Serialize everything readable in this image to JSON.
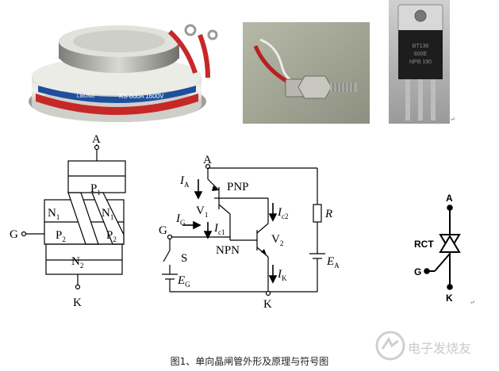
{
  "photos": {
    "disc_marking": "KS 800A 1600V",
    "disc_brand": "LIBUNG",
    "to220_marking": [
      "BT136",
      "600E",
      "NPB 190"
    ]
  },
  "structure": {
    "A": "A",
    "K": "K",
    "G": "G",
    "P1": "P",
    "P1_sub": "1",
    "N1_left": "N",
    "N1_left_sub": "1",
    "N1_right": "N",
    "N1_right_sub": "1",
    "P2_left": "P",
    "P2_left_sub": "2",
    "P2_right": "P",
    "P2_right_sub": "2",
    "N2": "N",
    "N2_sub": "2"
  },
  "circuit": {
    "A": "A",
    "K": "K",
    "G": "G",
    "S": "S",
    "IA": "I",
    "IA_sub": "A",
    "IG": "I",
    "IG_sub": "G",
    "IK": "I",
    "IK_sub": "K",
    "Ic1": "I",
    "Ic1_sub": "c1",
    "Ic2": "I",
    "Ic2_sub": "c2",
    "PNP": "PNP",
    "NPN": "NPN",
    "V1": "V",
    "V1_sub": "1",
    "V2": "V",
    "V2_sub": "2",
    "R": "R",
    "EA": "E",
    "EA_sub": "A",
    "EG": "E",
    "EG_sub": "G"
  },
  "symbol": {
    "A": "A",
    "RCT": "RCT",
    "G": "G",
    "K": "K"
  },
  "caption": "图1、单向晶闸管外形及原理与符号图",
  "watermark": "电子发烧友"
}
